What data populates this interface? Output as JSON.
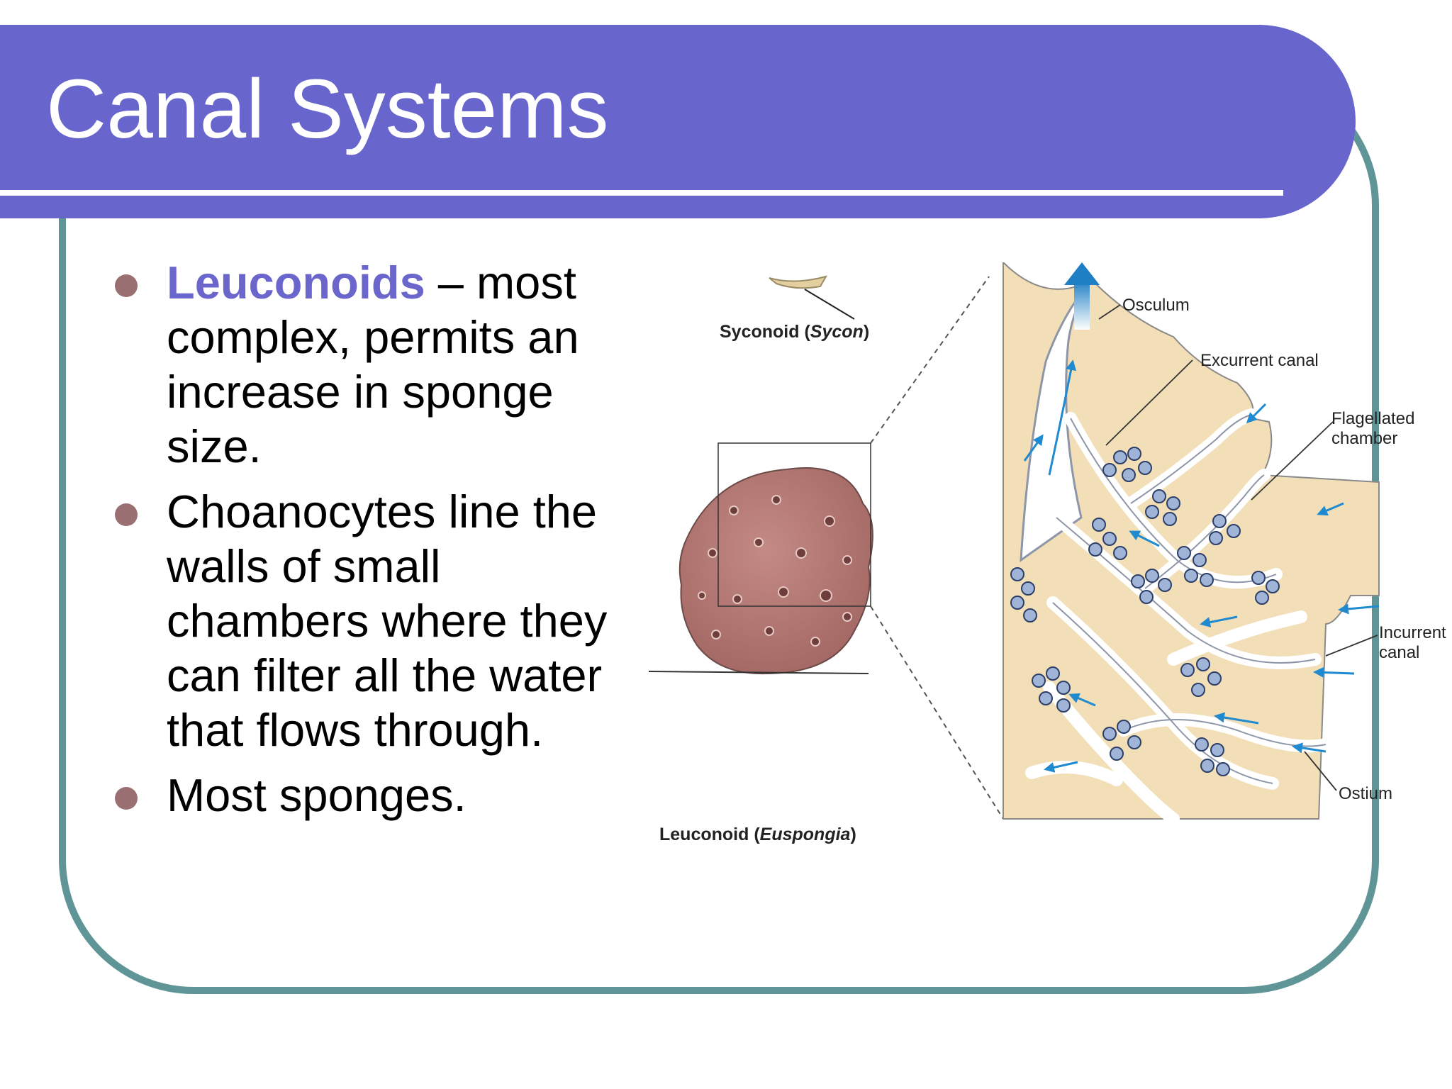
{
  "slide": {
    "title": "Canal Systems",
    "colors": {
      "title_bar": "#6866cc",
      "frame": "#5f9596",
      "accent": "#6b66cc",
      "bullet": "#9a6f71"
    },
    "bullets": [
      {
        "emphasis": "Leuconoids",
        "text": " – most complex, permits an increase in sponge size."
      },
      {
        "emphasis": "",
        "text": "Choanocytes line the walls of small chambers where they can filter all the water that flows through."
      },
      {
        "emphasis": "",
        "text": "Most sponges."
      }
    ]
  },
  "figure": {
    "syconoid_label": {
      "name": "Syconoid (",
      "genus": "Sycon",
      "close": ")"
    },
    "leuconoid_label": {
      "name": "Leuconoid (",
      "genus": "Euspongia",
      "close": ")"
    },
    "labels": {
      "osculum": "Osculum",
      "excurrent": "Excurrent canal",
      "flagellated_1": "Flagellated",
      "flagellated_2": "chamber",
      "incurrent_1": "Incurrent",
      "incurrent_2": "canal",
      "ostium": "Ostium"
    }
  }
}
